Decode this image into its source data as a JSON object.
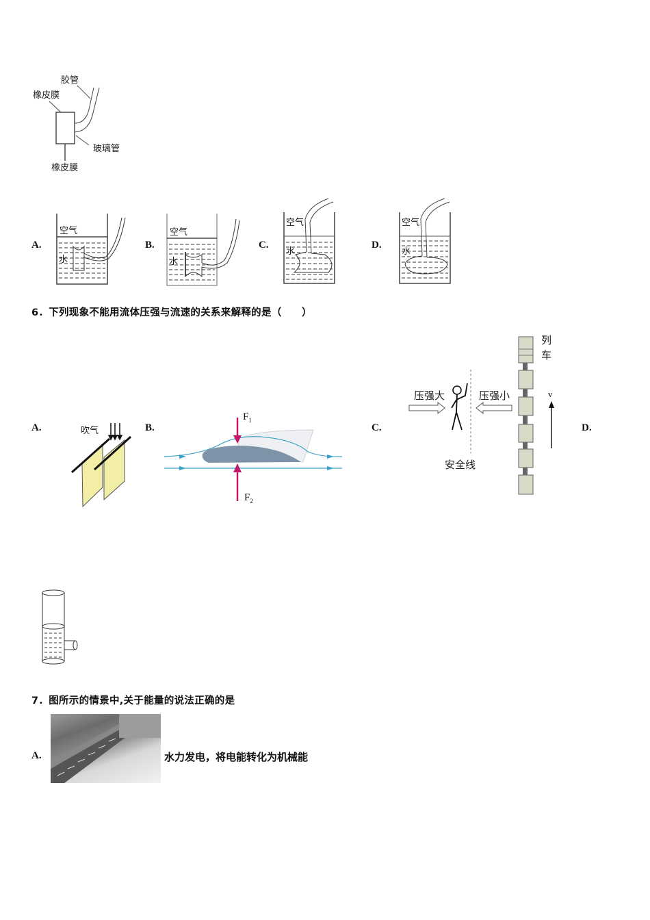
{
  "apparatus": {
    "labels": {
      "tube_rubber": "胶管",
      "membrane_top": "橡皮膜",
      "glass_tube": "玻璃管",
      "membrane_bottom": "橡皮膜"
    }
  },
  "q5_options": [
    {
      "letter": "A.",
      "air": "空气",
      "water": "水"
    },
    {
      "letter": "B.",
      "air": "空气",
      "water": "水"
    },
    {
      "letter": "C.",
      "air": "空气",
      "water": "水"
    },
    {
      "letter": "D.",
      "air": "空气",
      "water": "水"
    }
  ],
  "q6": {
    "title": "6．下列现象不能用流体压强与流速的关系来解释的是（　　）",
    "options": {
      "a": {
        "letter": "A.",
        "blow_label": "吹气"
      },
      "b": {
        "letter": "B.",
        "f1": "F",
        "f1_sub": "1",
        "f2": "F",
        "f2_sub": "2"
      },
      "c": {
        "letter": "C.",
        "high_pressure": "压强大",
        "low_pressure": "压强小",
        "safety_line": "安全线"
      },
      "d": {
        "letter": "D.",
        "train_label_1": "列",
        "train_label_2": "车",
        "velocity": "v"
      }
    }
  },
  "q7": {
    "title": "7．图所示的情景中,关于能量的说法正确的是",
    "options": [
      {
        "letter": "A.",
        "text": "水力发电，将电能转化为机械能"
      }
    ]
  },
  "colors": {
    "force_arrow": "#c2186b",
    "stream": "#3aa0c8",
    "paper": "#f3eea6",
    "train_car": "#d9dbc8",
    "wing_dark": "#7f93a8"
  }
}
